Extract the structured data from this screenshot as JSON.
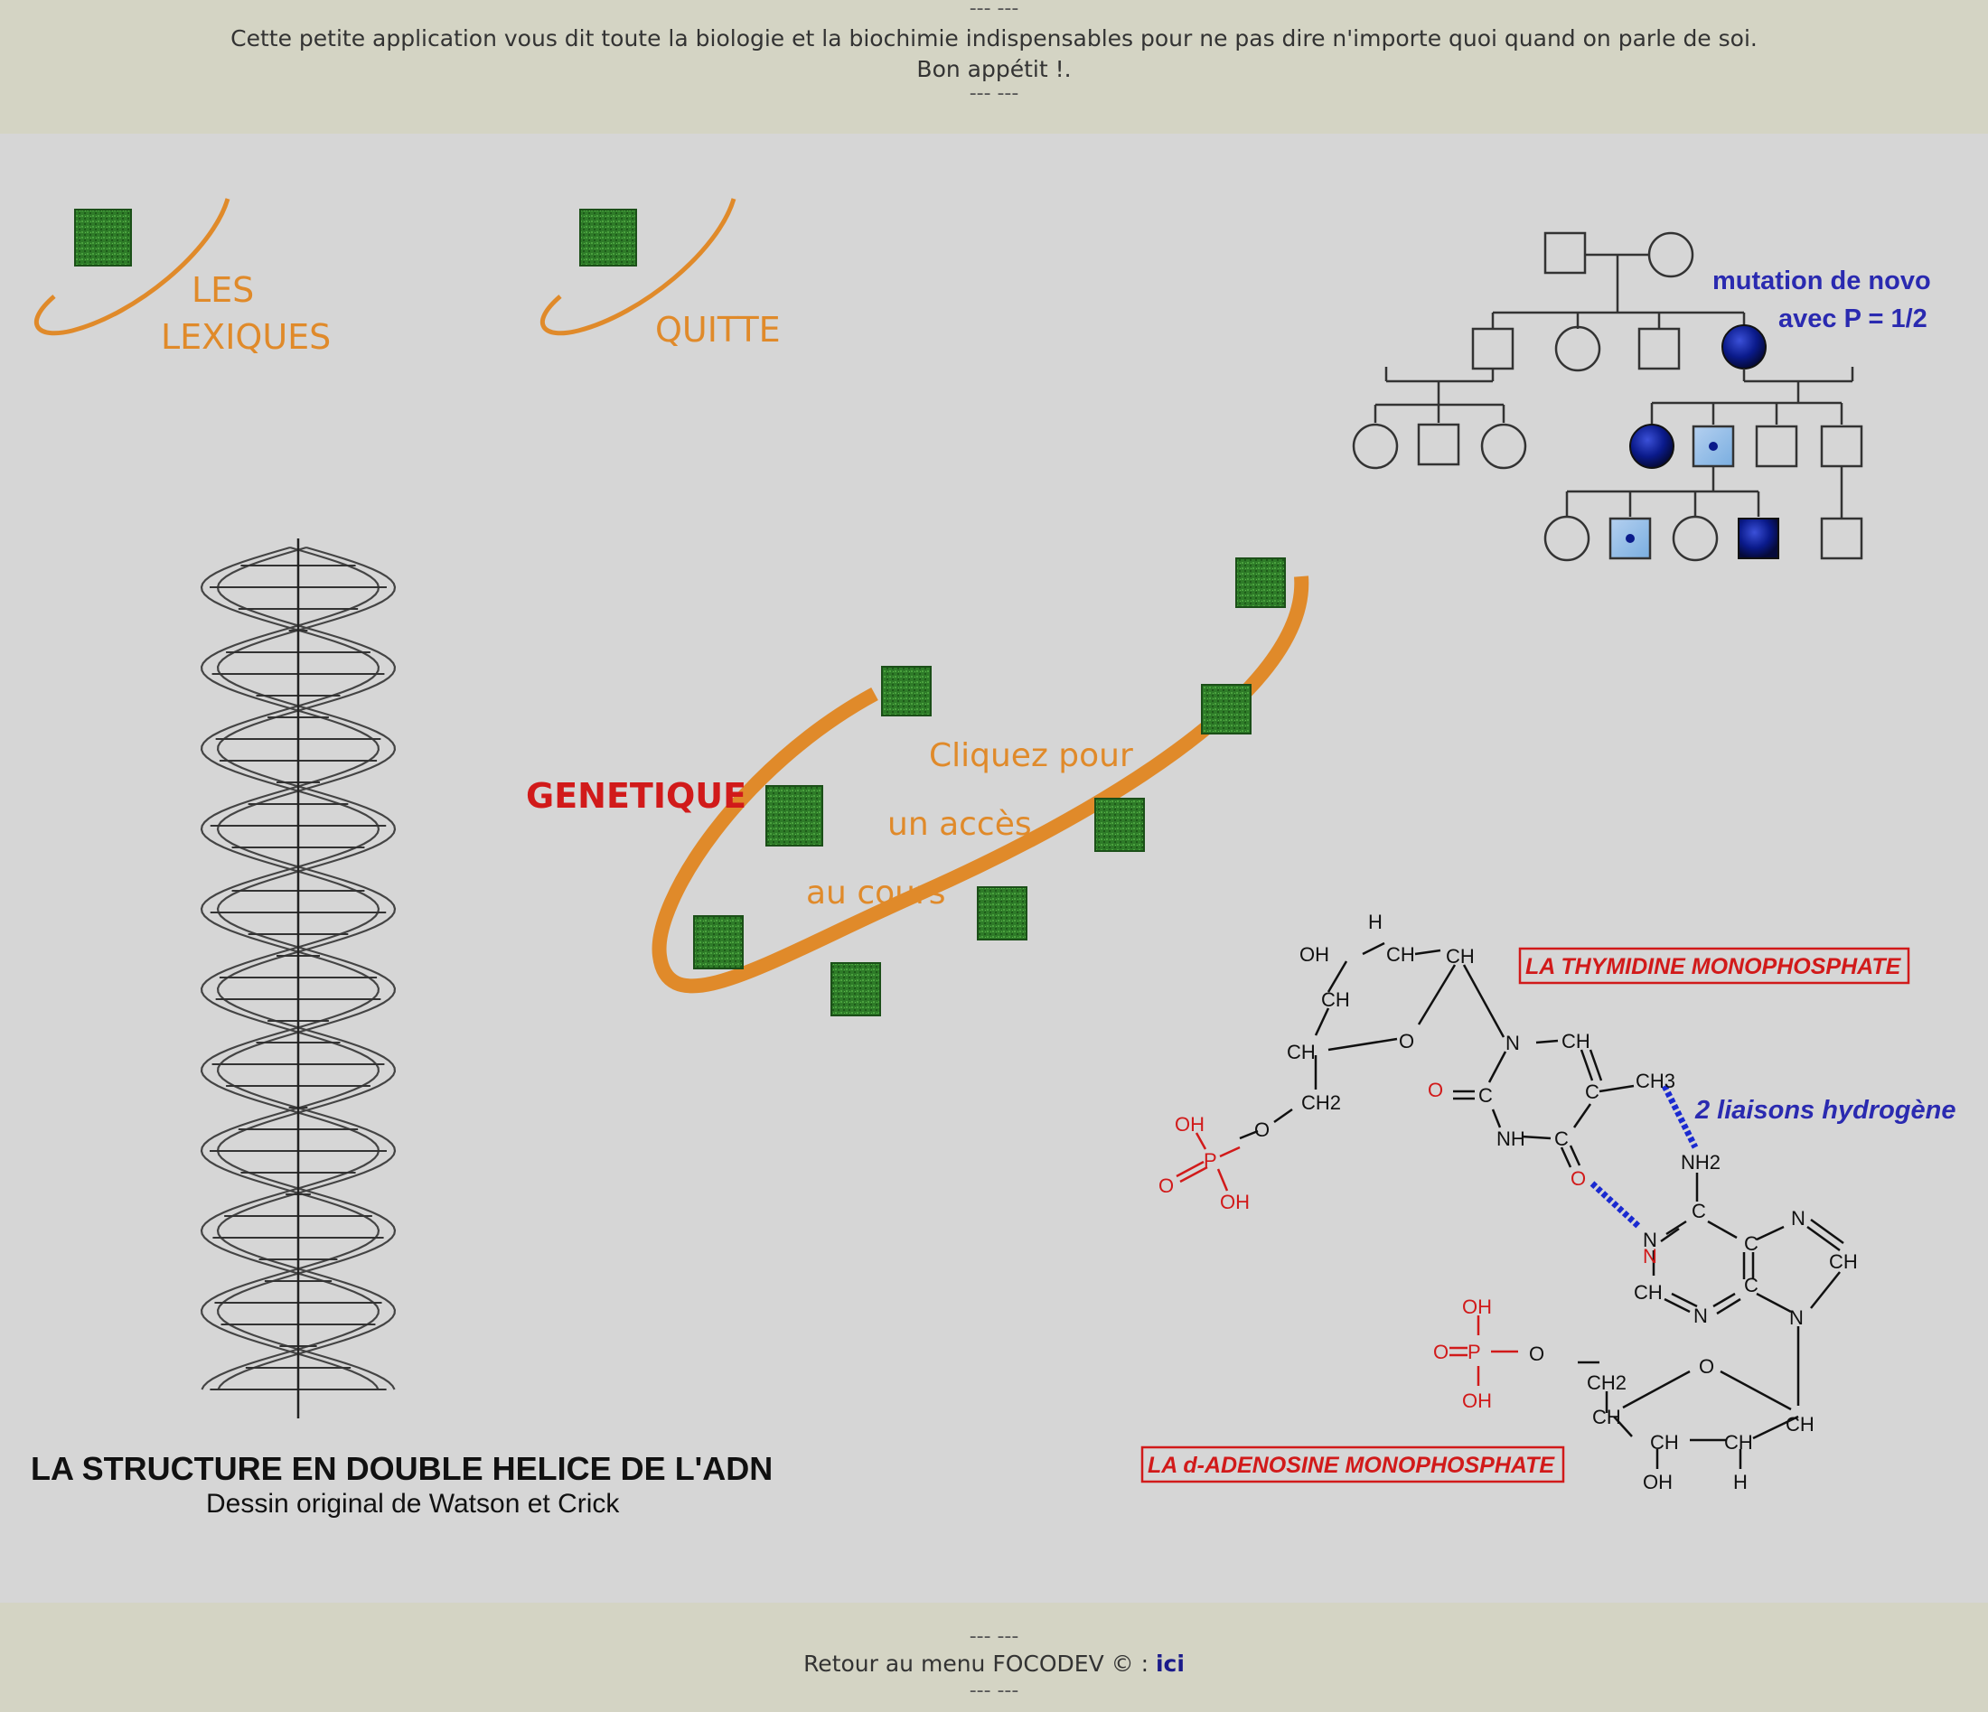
{
  "header": {
    "sep_top": "--- ---",
    "line1": "Cette petite application vous dit toute la biologie et la biochimie indispensables pour ne pas dire n'importe quoi quand on parle de soi.",
    "line2": "Bon appétit !.",
    "sep_bottom": "--- ---"
  },
  "nav": {
    "lexiques_line1": "LES",
    "lexiques_line2": "LEXIQUES",
    "quitte": "QUITTE"
  },
  "genetique": {
    "title": "GENETIQUE",
    "line1": "Cliquez pour",
    "line2": "un accès",
    "line3": "au cours"
  },
  "pedigree": {
    "caption_line1": "mutation de novo",
    "caption_line2": "avec P = 1/2"
  },
  "dna": {
    "title": "LA STRUCTURE EN DOUBLE HELICE DE L'ADN",
    "subtitle": "Dessin original de Watson et Crick"
  },
  "chemistry": {
    "thymidine_label": "LA THYMIDINE MONOPHOSPHATE",
    "adenosine_label": "LA d-ADENOSINE MONOPHOSPHATE",
    "hbond_label": "2 liaisons hydrogène"
  },
  "footer": {
    "sep_top": "--- ---",
    "text": "Retour au menu FOCODEV © : ",
    "link": "ici",
    "sep_bottom": "--- ---"
  },
  "colors": {
    "accent_orange": "#e08a2a",
    "title_red": "#d11a1a",
    "caption_blue": "#2a2ab0",
    "header_bg": "#d4d4c4",
    "page_bg": "#d6d6d6"
  }
}
